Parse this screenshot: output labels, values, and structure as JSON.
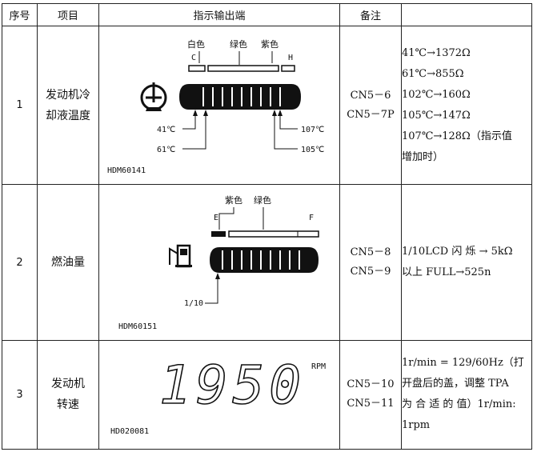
{
  "headers": {
    "no": "序号",
    "item": "项目",
    "terminal": "指示输出端",
    "note": "备注",
    "remark": ""
  },
  "rows": [
    {
      "no": "1",
      "item_line1": "发动机冷",
      "item_line2": "却液温度",
      "note_line1": "CN5－6",
      "note_line2": "CN5－7P",
      "remarks": [
        "41℃→1372Ω",
        "61℃→855Ω",
        "102℃→160Ω",
        "105℃→147Ω",
        "107℃→128Ω（指示值",
        "增加时）"
      ],
      "figure": {
        "label_white": "白色",
        "label_green": "绿色",
        "label_purple": "紫色",
        "label_c": "C",
        "label_h": "H",
        "label_41": "41℃",
        "label_61": "61℃",
        "label_107": "107℃",
        "label_105": "105℃",
        "code": "HDM60141"
      }
    },
    {
      "no": "2",
      "item": "燃油量",
      "note_line1": "CN5－8",
      "note_line2": "CN5－9",
      "remarks": [
        "1/10LCD 闪 烁 → 5kΩ",
        "以上 FULL→525n"
      ],
      "figure": {
        "label_purple": "紫色",
        "label_green": "绿色",
        "label_e": "E",
        "label_f": "F",
        "label_tenth": "1/10",
        "code": "HDM60151"
      }
    },
    {
      "no": "3",
      "item_line1": "发动机",
      "item_line2": "转速",
      "note_line1": "CN5－10",
      "note_line2": "CN5－11",
      "remarks": [
        "1r/min = 129/60Hz（打",
        "开盘后的盖，调整 TPA",
        "为 合 适 的 值）1r/min:",
        "1rpm"
      ],
      "figure": {
        "digits": "1950",
        "unit": "RPM",
        "code": "HD020081"
      }
    }
  ]
}
